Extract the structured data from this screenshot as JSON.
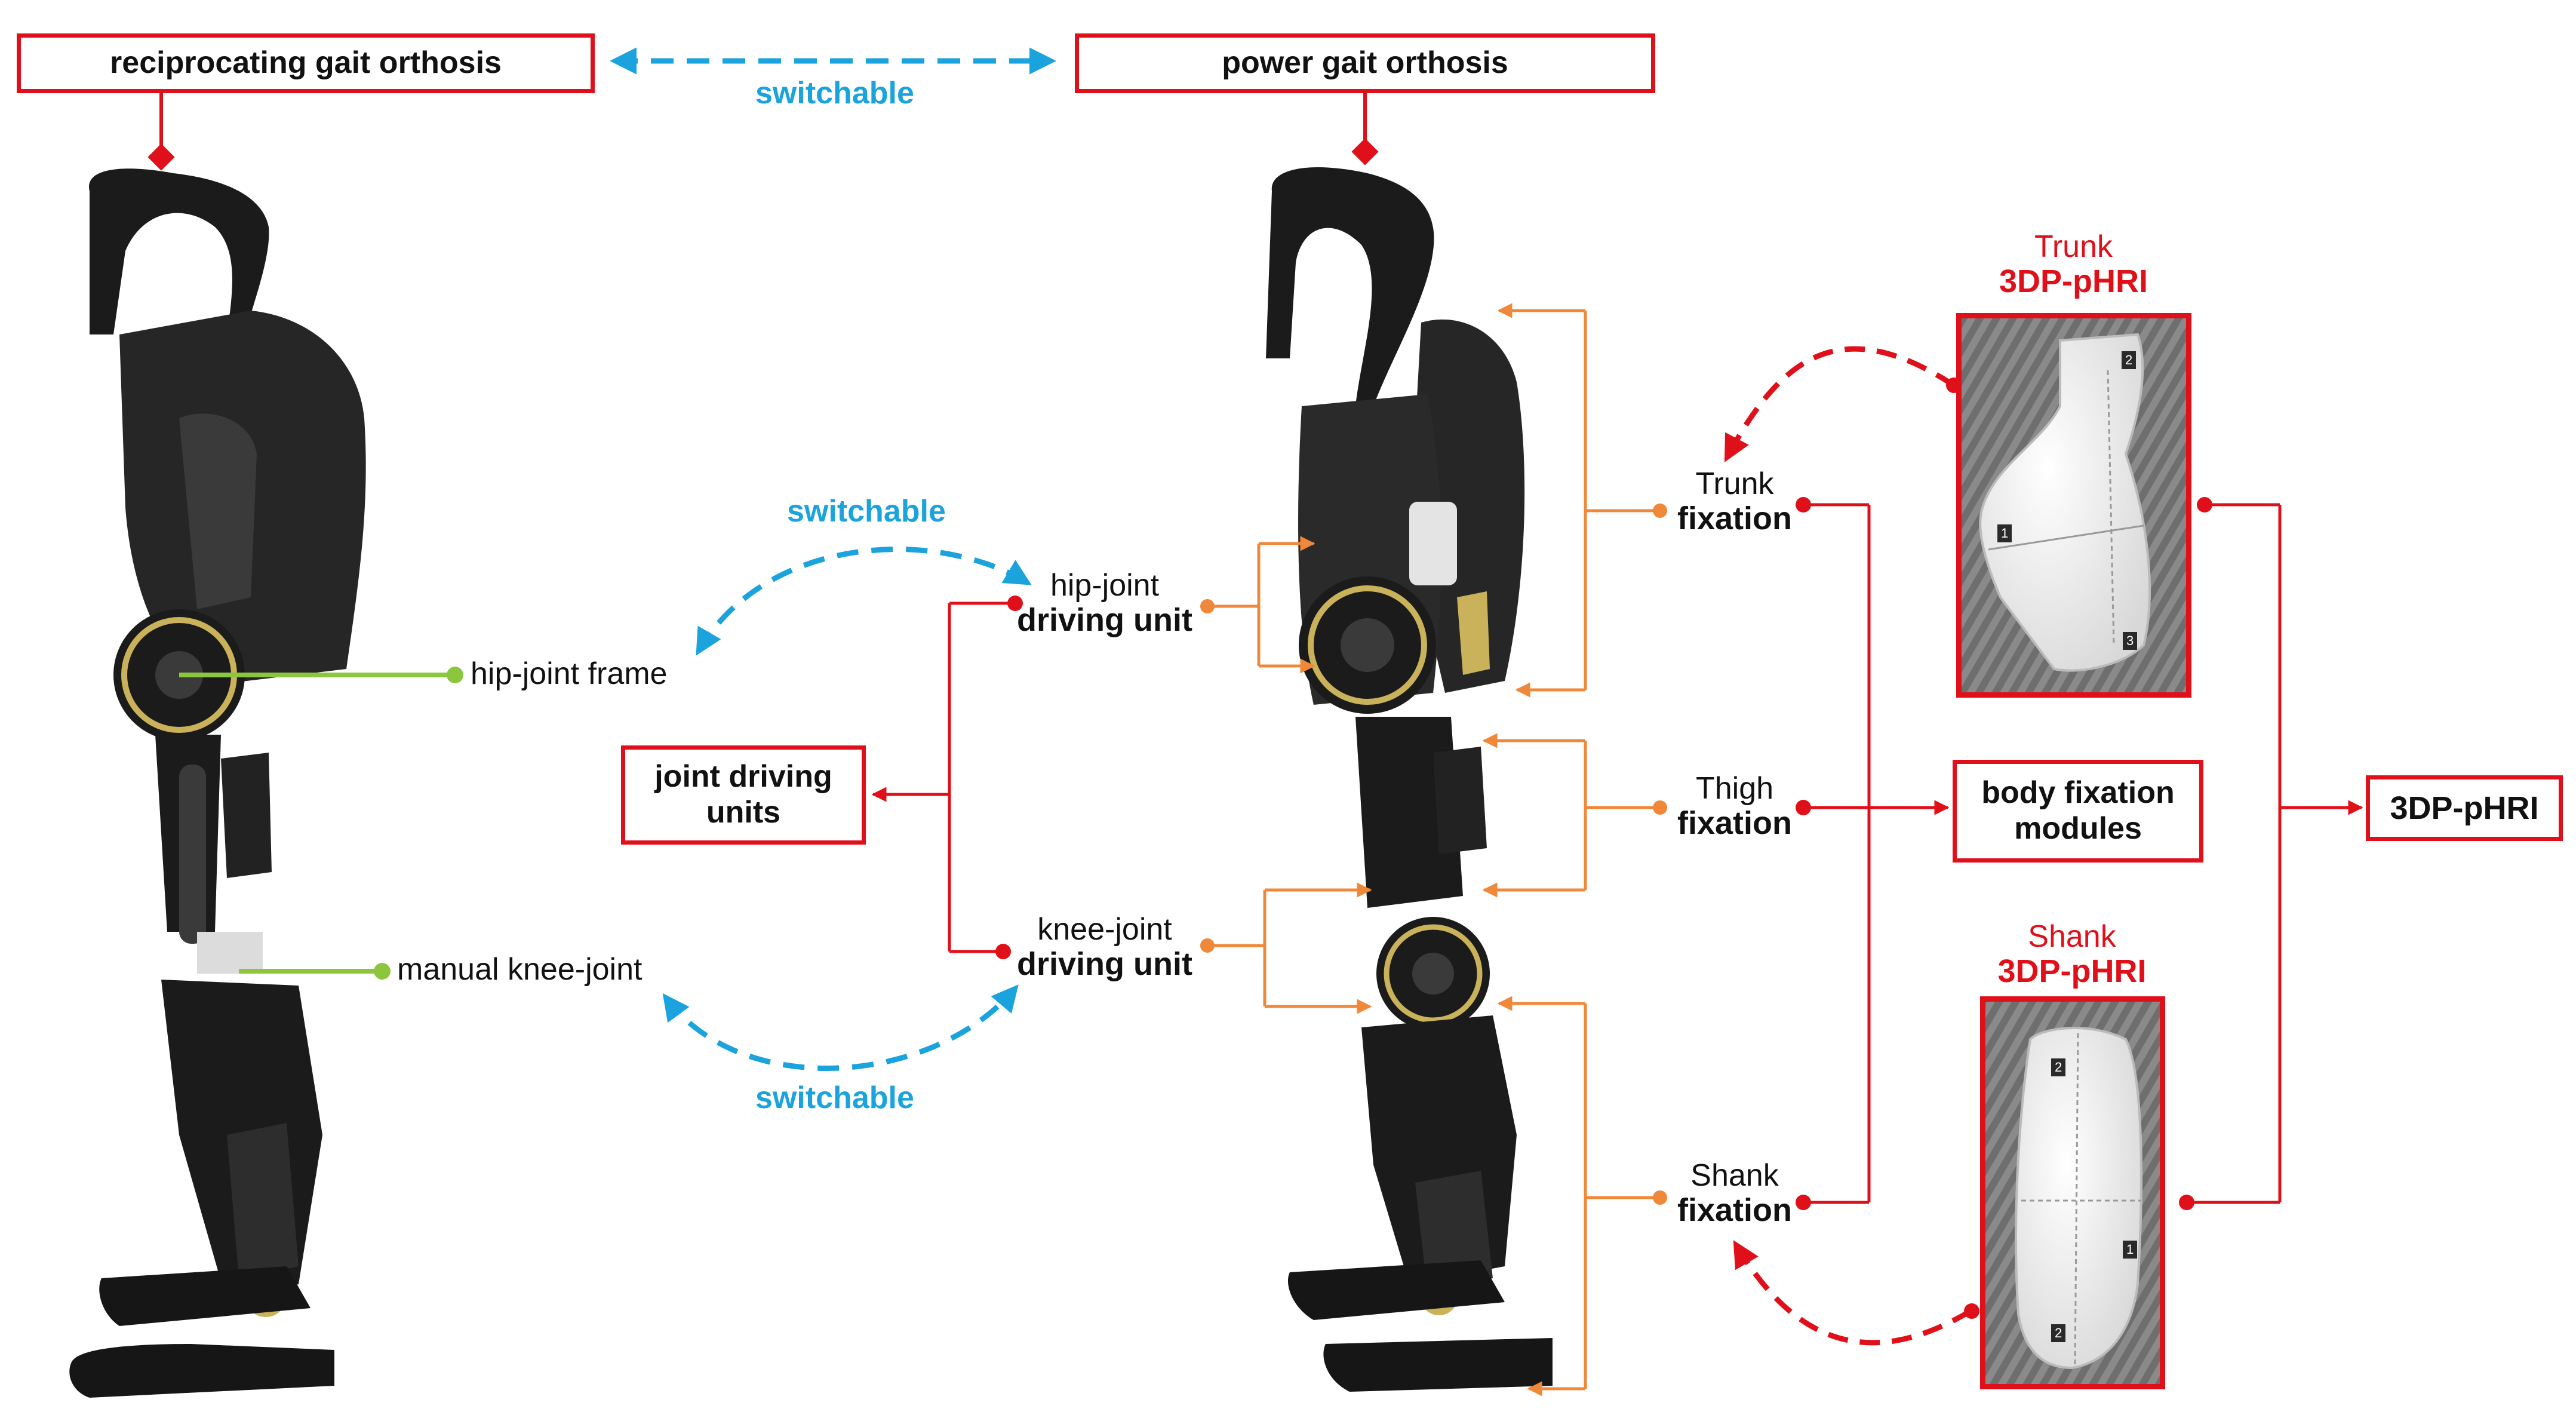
{
  "titles": {
    "left": "reciprocating gait orthosis",
    "right": "power gait orthosis"
  },
  "switchable": "switchable",
  "left_labels": {
    "hip_frame": "hip-joint frame",
    "knee": "manual knee-joint"
  },
  "driving": {
    "hip_line1": "hip-joint",
    "hip_line2": "driving unit",
    "knee_line1": "knee-joint",
    "knee_line2": "driving unit",
    "group": "joint driving units"
  },
  "fixation": {
    "trunk_line1": "Trunk",
    "thigh_line1": "Thigh",
    "shank_line1": "Shank",
    "line2": "fixation",
    "group": "body fixation modules"
  },
  "phri": {
    "trunk_title": "Trunk",
    "shank_title": "Shank",
    "name": "3DP-pHRI",
    "final": "3DP-pHRI",
    "trunk_markers": [
      "2",
      "1",
      "3"
    ],
    "shank_markers": [
      "2",
      "1",
      "2"
    ]
  },
  "colors": {
    "red": "#e0101a",
    "blue": "#1aa3dc",
    "green": "#8cc63f",
    "orange": "#f0883a",
    "device": "#1b1b1b",
    "accent": "#c9b25a"
  }
}
